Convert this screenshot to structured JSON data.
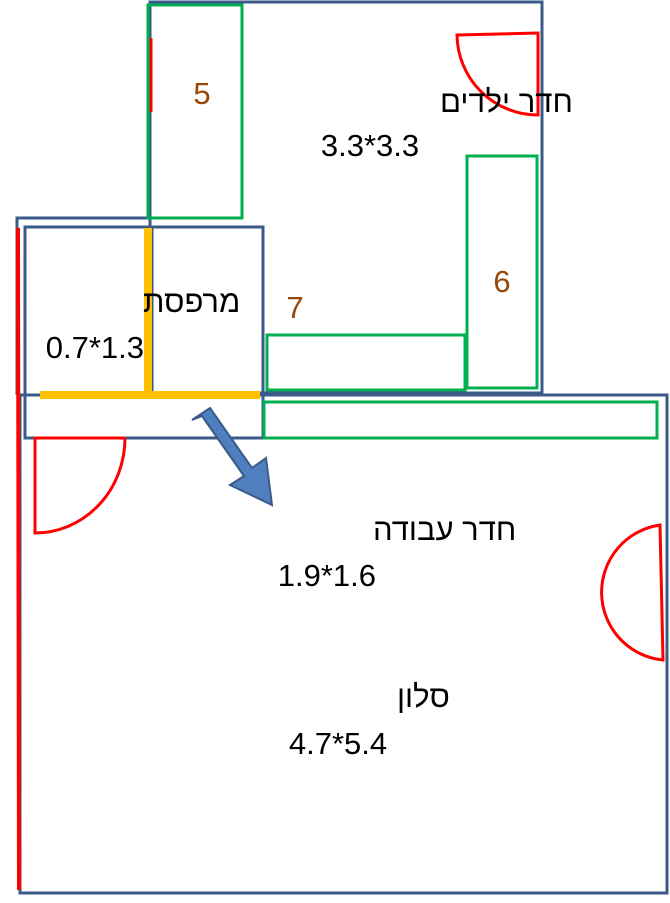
{
  "colors": {
    "wall": "#3a5a8a",
    "door": "#ff0000",
    "furniture": "#00b050",
    "beam": "#ffc000",
    "arrow": "#4f7fbf",
    "number": "#984807"
  },
  "rooms": {
    "kids": {
      "name": "חדר ילדים",
      "size": "3.3*3.3"
    },
    "balcony": {
      "name": "מרפסת",
      "size": "0.7*1.3"
    },
    "study": {
      "name": "חדר עבודה",
      "size": "1.9*1.6"
    },
    "living": {
      "name": "סלון",
      "size": "4.7*5.4"
    }
  },
  "furniture_labels": {
    "item5": "5",
    "item6": "6",
    "item7": "7"
  }
}
